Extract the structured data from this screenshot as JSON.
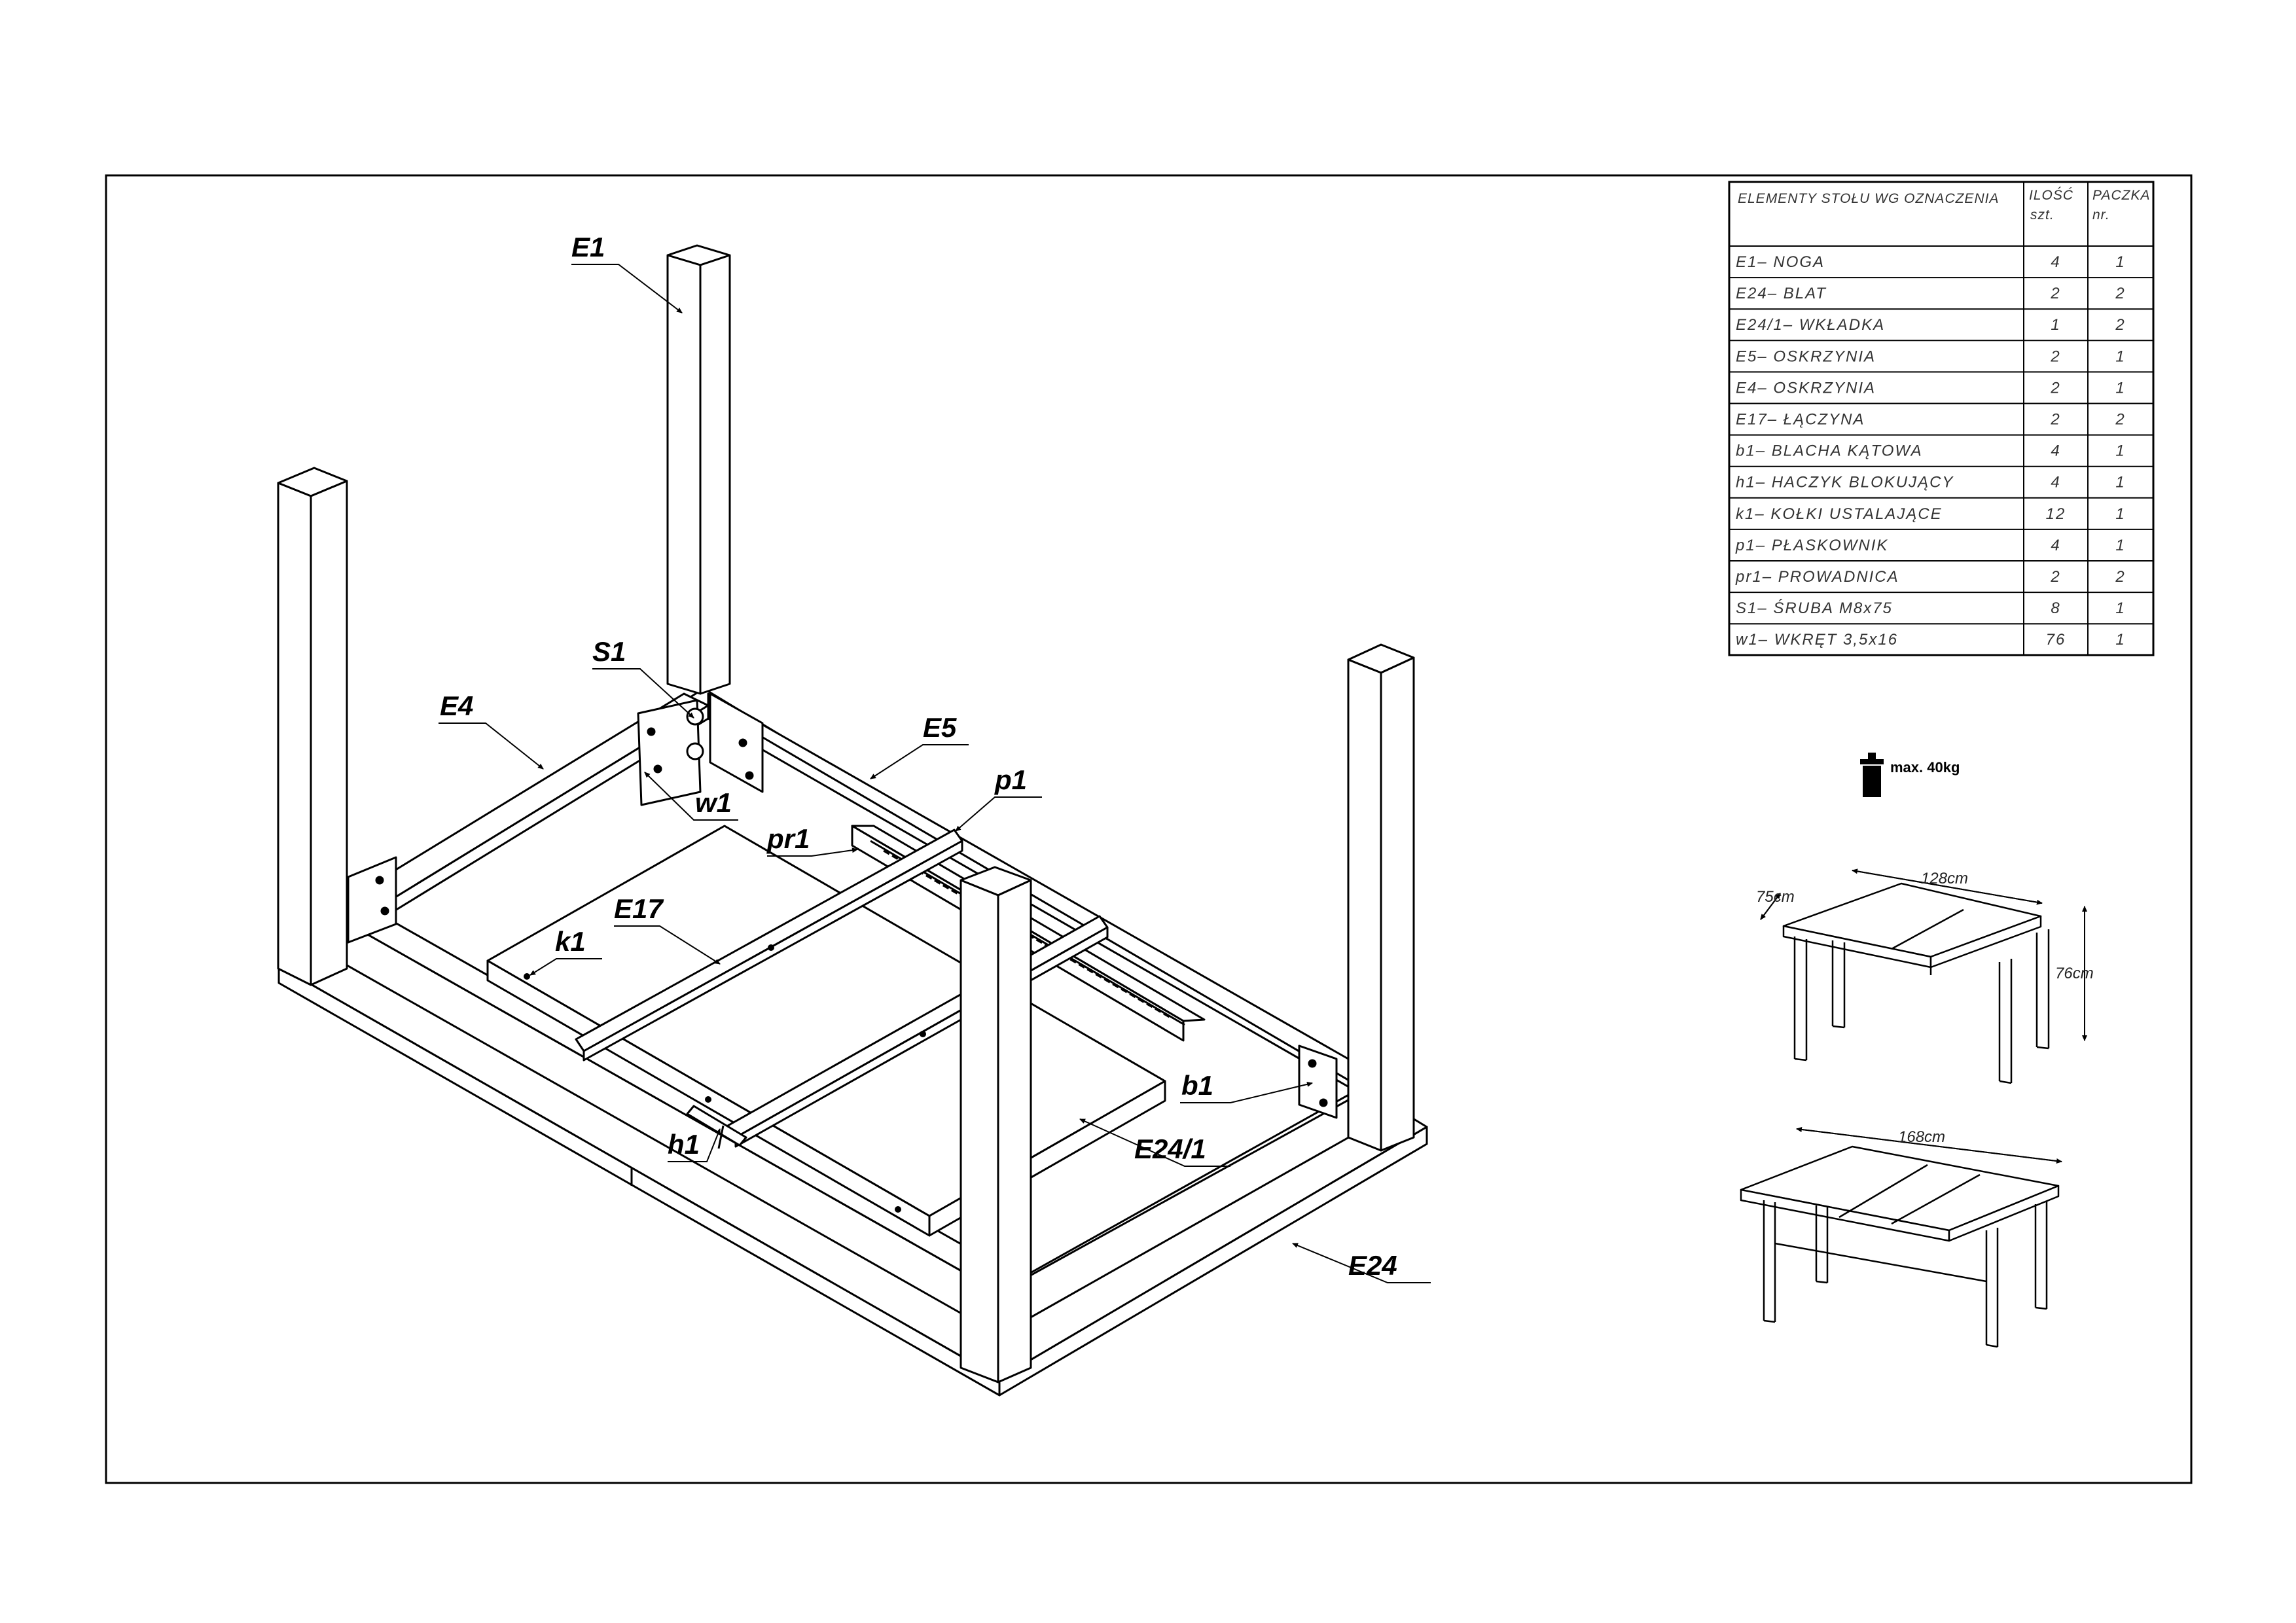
{
  "callouts": {
    "E1": "E1",
    "S1": "S1",
    "E4": "E4",
    "E5": "E5",
    "w1": "w1",
    "p1": "p1",
    "pr1": "pr1",
    "E17": "E17",
    "k1": "k1",
    "b1": "b1",
    "E24_1": "E24/1",
    "h1": "h1",
    "E24": "E24"
  },
  "parts_table": {
    "headers": {
      "name": "ELEMENTY STOŁU WG OZNACZENIA",
      "qty_line1": "ILOŚĆ",
      "qty_line2": "szt.",
      "pack_line1": "PACZKA",
      "pack_line2": "nr."
    },
    "rows": [
      {
        "name": "E1– NOGA",
        "qty": "4",
        "pack": "1"
      },
      {
        "name": "E24– BLAT",
        "qty": "2",
        "pack": "2"
      },
      {
        "name": "E24/1– WKŁADKA",
        "qty": "1",
        "pack": "2"
      },
      {
        "name": "E5– OSKRZYNIA",
        "qty": "2",
        "pack": "1"
      },
      {
        "name": "E4– OSKRZYNIA",
        "qty": "2",
        "pack": "1"
      },
      {
        "name": "E17– ŁĄCZYNA",
        "qty": "2",
        "pack": "2"
      },
      {
        "name": "b1– BLACHA KĄTOWA",
        "qty": "4",
        "pack": "1"
      },
      {
        "name": "h1– HACZYK BLOKUJĄCY",
        "qty": "4",
        "pack": "1"
      },
      {
        "name": "k1– KOŁKI USTALAJĄCE",
        "qty": "12",
        "pack": "1"
      },
      {
        "name": "p1– PŁASKOWNIK",
        "qty": "4",
        "pack": "1"
      },
      {
        "name": "pr1– PROWADNICA",
        "qty": "2",
        "pack": "2"
      },
      {
        "name": "S1– ŚRUBA M8x75",
        "qty": "8",
        "pack": "1"
      },
      {
        "name": "w1– WKRĘT 3,5x16",
        "qty": "76",
        "pack": "1"
      }
    ]
  },
  "max_load": "max. 40kg",
  "dimensions": {
    "length_closed": "128cm",
    "depth": "75cm",
    "height": "76cm",
    "length_extended": "168cm"
  }
}
